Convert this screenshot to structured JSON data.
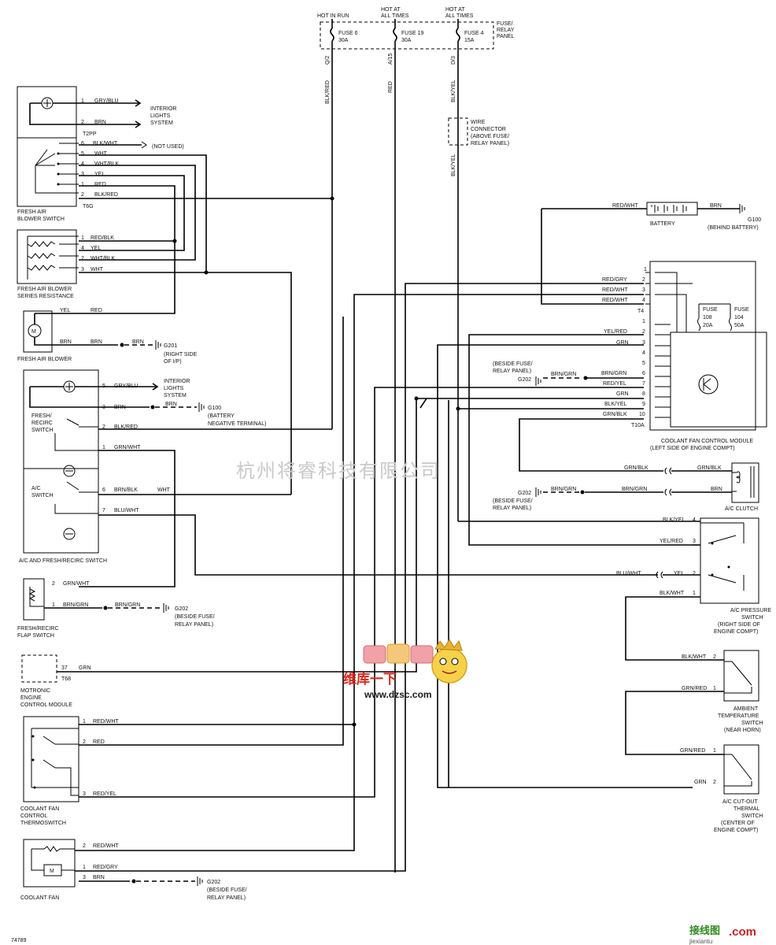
{
  "fuse_panel": {
    "label": "FUSE/ RELAY PANEL",
    "fuses": [
      {
        "hot": "HOT IN RUN",
        "name": "FUSE 6",
        "rating": "30A",
        "pin": "Q/2",
        "wire": "BLK/RED"
      },
      {
        "hot": "HOT AT ALL TIMES",
        "name": "FUSE 19",
        "rating": "30A",
        "pin": "A/15",
        "wire": "RED"
      },
      {
        "hot": "HOT AT ALL TIMES",
        "name": "FUSE 4",
        "rating": "15A",
        "pin": "D/3",
        "wire": "BLK/YEL"
      }
    ],
    "wire_connector": "WIRE CONNECTOR (ABOVE FUSE/ RELAY PANEL)",
    "wire_below_connector": "BLK/YEL"
  },
  "battery": {
    "label": "BATTERY",
    "wire_in": "RED/WHT",
    "wire_out": "BRN",
    "ground": "G100",
    "ground_note": "(BEHIND BATTERY)"
  },
  "fresh_air_blower_switch": {
    "label": "FRESH AIR BLOWER SWITCH",
    "connector_top": "T2PP",
    "connector_bottom": "T6G",
    "pins": [
      {
        "pin": "1",
        "wire": "GRY/BLU"
      },
      {
        "pin": "2",
        "wire": "BRN"
      },
      {
        "pin": "6",
        "wire": "BLK/WHT"
      },
      {
        "pin": "5",
        "wire": "WHT"
      },
      {
        "pin": "4",
        "wire": "WHT/BLK"
      },
      {
        "pin": "3",
        "wire": "YEL"
      },
      {
        "pin": "1",
        "wire": "RED"
      },
      {
        "pin": "2",
        "wire": "BLK/RED"
      }
    ],
    "interior_lights": "INTERIOR LIGHTS SYSTEM",
    "not_used": "(NOT USED)"
  },
  "series_resistance": {
    "label": "FRESH AIR BLOWER SERIES RESISTANCE",
    "pins": [
      {
        "pin": "1",
        "wire": "RED/BLK"
      },
      {
        "pin": "4",
        "wire": "YEL"
      },
      {
        "pin": "2",
        "wire": "WHT/BLK"
      },
      {
        "pin": "3",
        "wire": "WHT"
      }
    ]
  },
  "fresh_air_blower": {
    "label": "FRESH AIR BLOWER",
    "wires": [
      "YEL",
      "RED",
      "BRN",
      "BRN",
      "BRN"
    ],
    "ground": "G201",
    "ground_note": "(RIGHT SIDE OF I/P)"
  },
  "ac_fresh_switch": {
    "label": "A/C AND FRESH/RECIRC SWITCH",
    "sub_fresh": "FRESH/ RECIRC SWITCH",
    "sub_ac": "A/C SWITCH",
    "interior_lights": "INTERIOR LIGHTS SYSTEM",
    "pins": [
      {
        "pin": "5",
        "wire": "GRY/BLU"
      },
      {
        "pin": "3",
        "wire": "BRN"
      },
      {
        "pin": "2",
        "wire": "BLK/RED"
      },
      {
        "pin": "1",
        "wire": "GRN/WHT"
      },
      {
        "pin": "6",
        "wire": "BRN/BLK"
      },
      {
        "pin": "7",
        "wire": "BLU/WHT"
      }
    ],
    "brn_dashed": "BRN",
    "ground": "G100",
    "ground_note": "(BATTERY NEGATIVE TERMINAL)",
    "wht": "WHT"
  },
  "flap_switch": {
    "label": "FRESH/RECIRC FLAP SWITCH",
    "pins": [
      {
        "pin": "2",
        "wire": "GRN/WHT"
      },
      {
        "pin": "1",
        "wire": "BRN/GRN"
      }
    ],
    "dashed": "BRN/GRN",
    "ground": "G202",
    "ground_note": "(BESIDE FUSE/ RELAY PANEL)"
  },
  "motronic": {
    "label": "MOTRONIC ENGINE CONTROL MODULE",
    "connector": "T68",
    "pin": "37",
    "wire": "GRN"
  },
  "thermoswitch": {
    "label": "COOLANT FAN CONTROL THERMOSWITCH",
    "pins": [
      {
        "pin": "1",
        "wire": "RED/WHT"
      },
      {
        "pin": "2",
        "wire": "RED"
      },
      {
        "pin": "3",
        "wire": "RED/YEL"
      }
    ]
  },
  "coolant_fan": {
    "label": "COOLANT FAN",
    "pins": [
      {
        "pin": "2",
        "wire": "RED/WHT"
      },
      {
        "pin": "1",
        "wire": "RED/GRY"
      },
      {
        "pin": "3",
        "wire": "BRN"
      }
    ],
    "ground": "G202",
    "ground_note": "(BESIDE FUSE/ RELAY PANEL)"
  },
  "fan_module": {
    "label": "COOLANT FAN CONTROL MODULE",
    "note": "(LEFT SIDE OF ENGINE COMPT)",
    "t4": "T4",
    "t10": "T10A",
    "t4_pins": [
      {
        "pin": "1",
        "wire": ""
      },
      {
        "pin": "2",
        "wire": "RED/GRY"
      },
      {
        "pin": "3",
        "wire": "RED/WHT"
      },
      {
        "pin": "4",
        "wire": "RED/WHT"
      }
    ],
    "t10_pins": [
      {
        "pin": "1",
        "wire": ""
      },
      {
        "pin": "2",
        "wire": "YEL/RED"
      },
      {
        "pin": "3",
        "wire": "GRN"
      },
      {
        "pin": "4",
        "wire": ""
      },
      {
        "pin": "5",
        "wire": ""
      },
      {
        "pin": "6",
        "wire": "BRN/GRN"
      },
      {
        "pin": "7",
        "wire": "RED/YEL"
      },
      {
        "pin": "8",
        "wire": "GRN"
      },
      {
        "pin": "9",
        "wire": "BLK/YEL"
      },
      {
        "pin": "10",
        "wire": "GRN/BLK"
      }
    ],
    "fuse108": "FUSE 108 20A",
    "fuse104": "FUSE 104 50A",
    "ground_note": "(BESIDE FUSE/ RELAY PANEL)",
    "ground": "G202",
    "ground_wire": "BRN/GRN"
  },
  "ac_clutch": {
    "label": "A/C CLUTCH",
    "wires": [
      "GRN/BLK",
      "GRN/BLK",
      "BRN/GRN",
      "BRN/GRN",
      "BRN"
    ],
    "ground": "G202",
    "ground_note": "(BESIDE FUSE/ RELAY PANEL)"
  },
  "ac_pressure": {
    "label": "A/C PRESSURE SWITCH",
    "note": "(RIGHT SIDE OF ENGINE COMPT)",
    "pins": [
      {
        "pin": "4",
        "wire": "BLK/YEL"
      },
      {
        "pin": "3",
        "wire": "YEL/RED"
      },
      {
        "pin": "2",
        "wire": "YEL"
      },
      {
        "pin": "1",
        "wire": "BLK/WHT"
      }
    ],
    "blu_wht": "BLU/WHT"
  },
  "ambient": {
    "label": "AMBIENT TEMPERATURE SWITCH",
    "note": "(NEAR HORN)",
    "pins": [
      {
        "pin": "2",
        "wire": "BLK/WHT"
      },
      {
        "pin": "1",
        "wire": "GRN/RED"
      }
    ]
  },
  "cutout": {
    "label": "A/C CUT-OUT THERMAL SWITCH",
    "note": "(CENTER OF ENGINE COMPT)",
    "pins": [
      {
        "pin": "1",
        "wire": "GRN/RED"
      },
      {
        "pin": "2",
        "wire": "GRN"
      }
    ]
  },
  "watermark": "杭州将睿科技有限公司",
  "brand_logo": {
    "name": "维库一下",
    "url": "www.dzsc.com"
  },
  "footer": {
    "left": "74789",
    "right_cn": "接线图",
    "right_com": ".com",
    "right_url": "jiexiantu"
  }
}
